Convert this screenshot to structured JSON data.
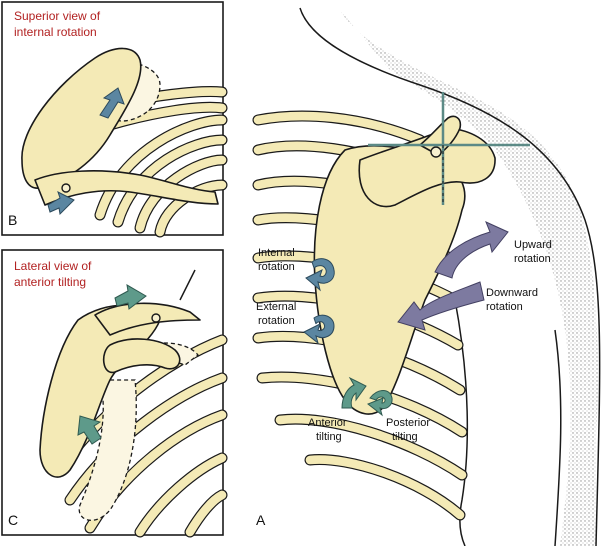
{
  "panel_b": {
    "letter": "B",
    "caption_line1": "Superior view of",
    "caption_line2": "internal rotation"
  },
  "panel_c": {
    "letter": "C",
    "caption_line1": "Lateral view of",
    "caption_line2": "anterior tilting"
  },
  "panel_a": {
    "letter": "A",
    "labels": {
      "internal_rotation_1": "Internal",
      "internal_rotation_2": "rotation",
      "external_rotation_1": "External",
      "external_rotation_2": "rotation",
      "upward_rotation_1": "Upward",
      "upward_rotation_2": "rotation",
      "downward_rotation_1": "Downward",
      "downward_rotation_2": "rotation",
      "anterior_tilting_1": "Anterior",
      "anterior_tilting_2": "tilting",
      "posterior_tilting_1": "Posterior",
      "posterior_tilting_2": "tilting"
    }
  },
  "colors": {
    "caption_red": "#b22222",
    "bone": "#f4eab6",
    "arrow_blue": "#5b86a1",
    "arrow_green": "#5e9a8a",
    "arrow_purple": "#7d7aa0",
    "reference_axis": "#5c8a86"
  }
}
